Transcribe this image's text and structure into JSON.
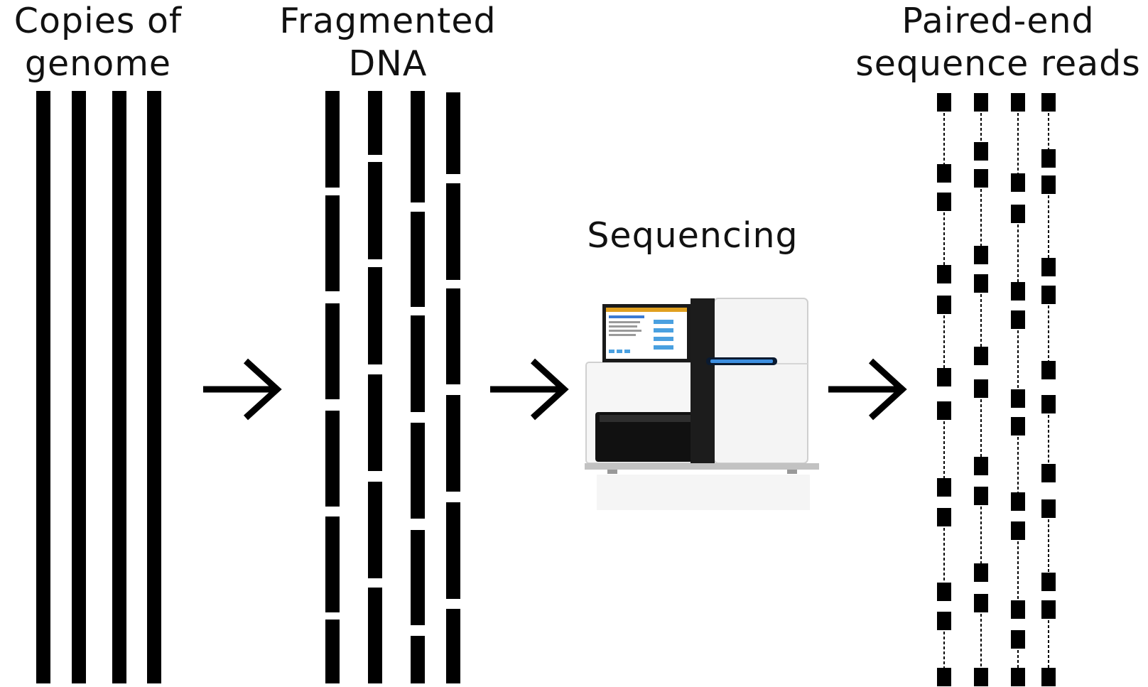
{
  "stages": {
    "genome": {
      "line1": "Copies of",
      "line2": "genome"
    },
    "fragmented": {
      "line1": "Fragmented",
      "line2": "DNA"
    },
    "sequencing": {
      "label": "Sequencing"
    },
    "reads": {
      "line1": "Paired-end",
      "line2": "sequence reads"
    }
  },
  "colors": {
    "ink": "#000000",
    "background": "#ffffff"
  },
  "icons": [
    "right-arrow-icon",
    "sequencer-machine-icon"
  ]
}
